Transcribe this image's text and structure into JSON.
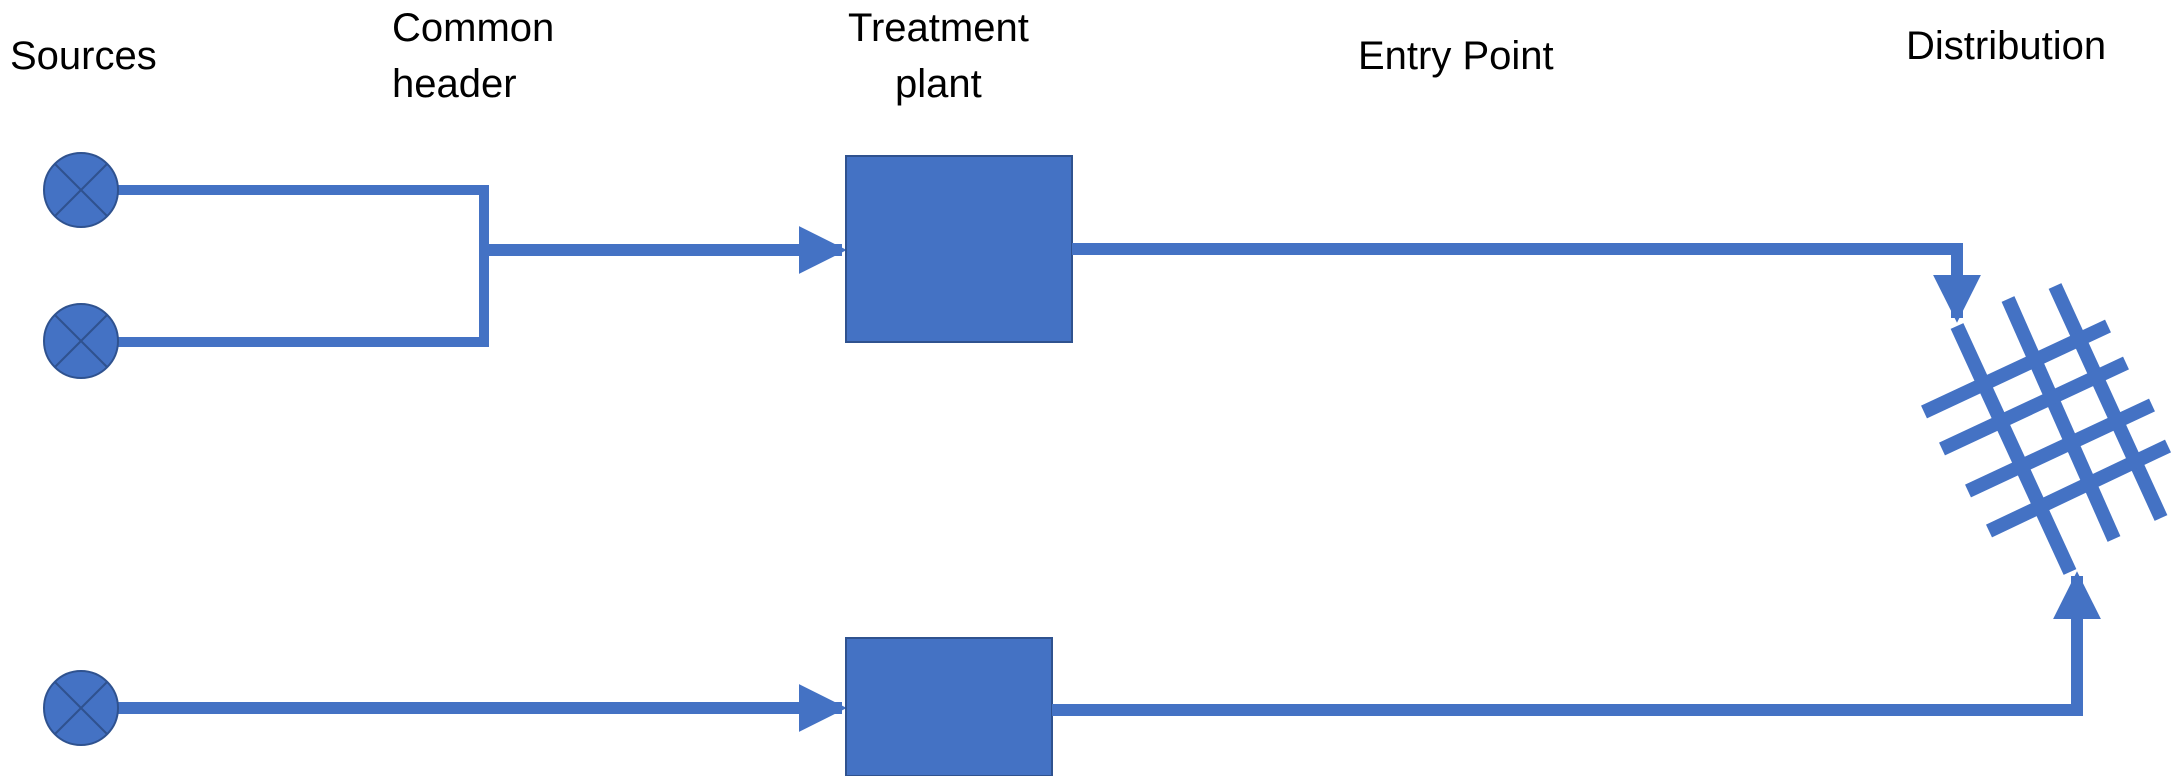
{
  "colors": {
    "accent": "#4472C4",
    "outline": "#2F528F"
  },
  "labels": {
    "sources": "Sources",
    "common_header": [
      "Common",
      "header"
    ],
    "treatment_plant": [
      "Treatment",
      "plant"
    ],
    "entry_point": "Entry Point",
    "distribution": "Distribution"
  },
  "icons": {
    "source": "circle-x-icon",
    "distribution": "grid-network-icon"
  }
}
